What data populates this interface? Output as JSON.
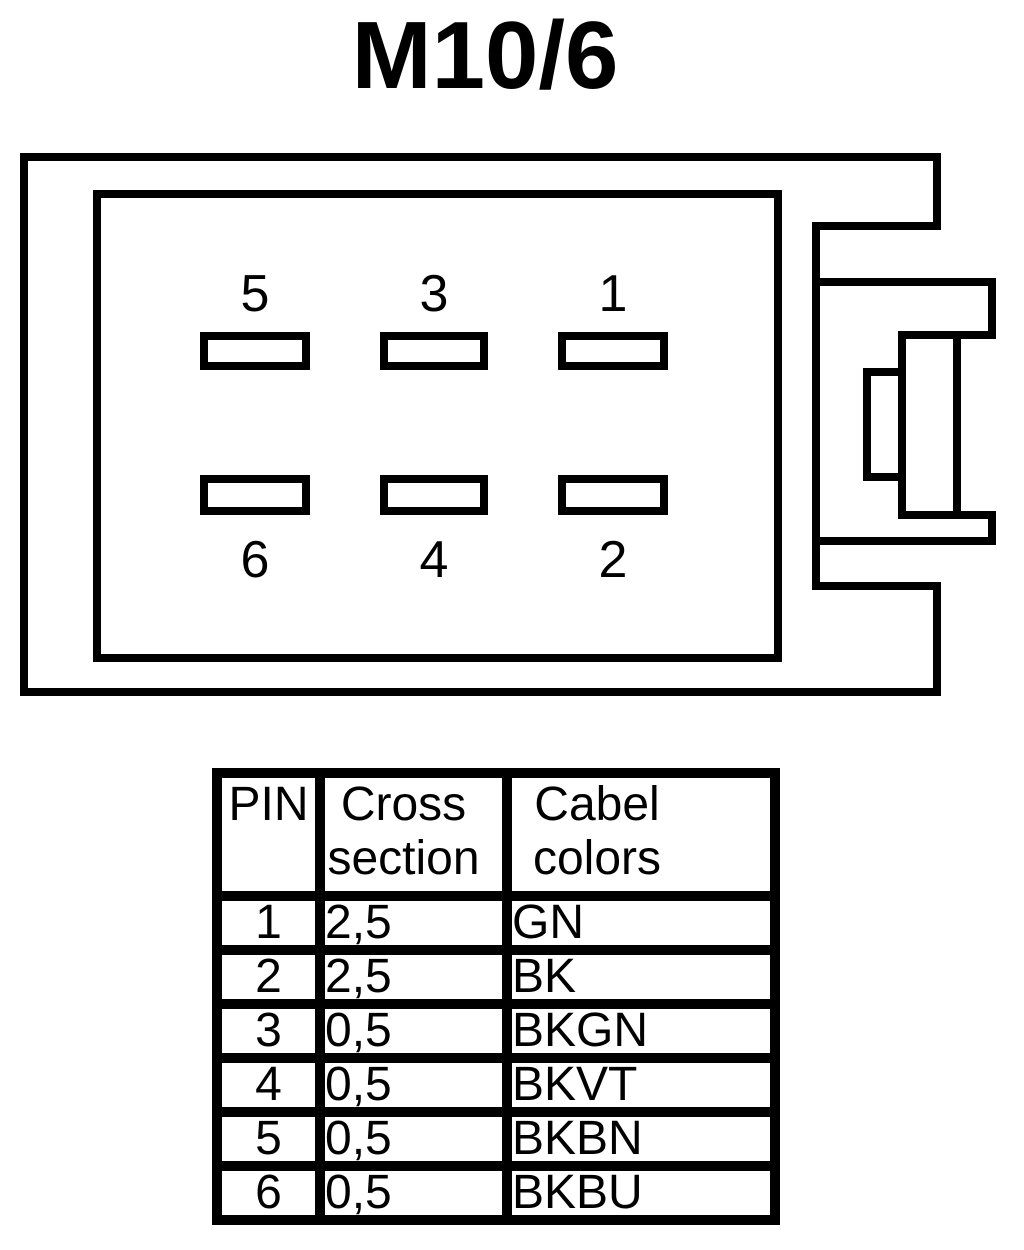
{
  "title": "M10/6",
  "colors": {
    "diagram_line": "#000000",
    "background": "#ffffff"
  },
  "connector": {
    "pins": [
      {
        "label": "5"
      },
      {
        "label": "3"
      },
      {
        "label": "1"
      },
      {
        "label": "6"
      },
      {
        "label": "4"
      },
      {
        "label": "2"
      }
    ]
  },
  "table": {
    "columns": [
      {
        "label": "PIN"
      },
      {
        "label": "Cross section"
      },
      {
        "label": "Cabel colors"
      }
    ],
    "rows": [
      {
        "pin": "1",
        "cross_section": "2,5",
        "cable_color": "GN"
      },
      {
        "pin": "2",
        "cross_section": "2,5",
        "cable_color": "BK"
      },
      {
        "pin": "3",
        "cross_section": "0,5",
        "cable_color": "BKGN"
      },
      {
        "pin": "4",
        "cross_section": "0,5",
        "cable_color": "BKVT"
      },
      {
        "pin": "5",
        "cross_section": "0,5",
        "cable_color": "BKBN"
      },
      {
        "pin": "6",
        "cross_section": "0,5",
        "cable_color": "BKBU"
      }
    ]
  }
}
